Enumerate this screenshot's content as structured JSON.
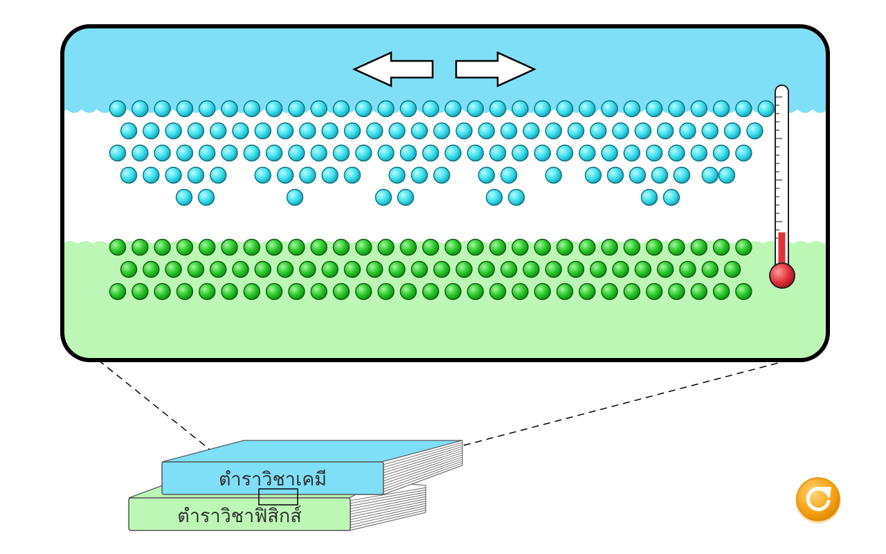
{
  "books": {
    "top": {
      "title": "ตำราวิชาเคมี",
      "color": "#7fdff7"
    },
    "bottom": {
      "title": "ตำราวิชาฟิสิกส์",
      "color": "#bdf7b6"
    }
  },
  "zoom_panel": {
    "top_region_color": "#7fdff7",
    "bottom_region_color": "#bdf7b6",
    "top_particle_color": "#3fe0ee",
    "bottom_particle_color": "#29c829",
    "arrows": [
      "left-arrow",
      "right-arrow"
    ]
  },
  "thermometer": {
    "level": 0.22,
    "liquid_color": "#e0323a"
  },
  "reset_button": {
    "icon": "refresh-icon",
    "color": "#f7a313"
  }
}
